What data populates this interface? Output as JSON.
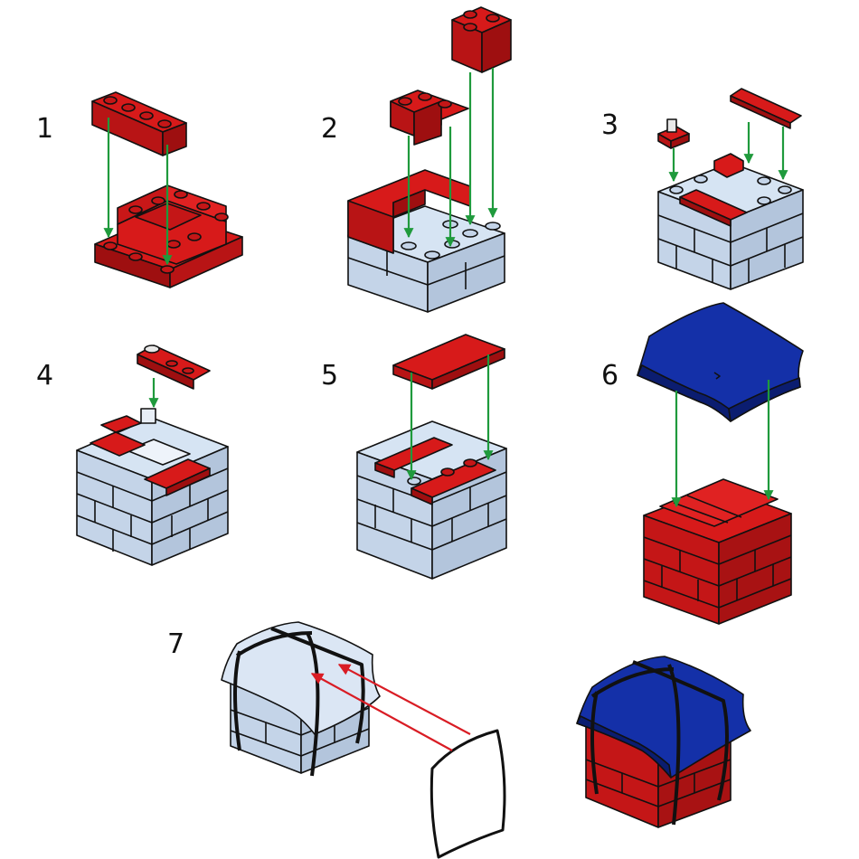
{
  "steps": [
    {
      "label": "1"
    },
    {
      "label": "2"
    },
    {
      "label": "3"
    },
    {
      "label": "4"
    },
    {
      "label": "5"
    },
    {
      "label": "6"
    },
    {
      "label": "7"
    }
  ],
  "colors": {
    "red_brick": "#d71a1a",
    "red_dark": "#9e0f10",
    "grey_brick": "#d6e4f3",
    "grey_dark": "#a9bcd2",
    "blue_cloth": "#1430a8",
    "blue_dark": "#0b1d70",
    "arrow_green": "#1f9a3c",
    "arrow_red": "#d91c24",
    "strap_black": "#111111"
  }
}
